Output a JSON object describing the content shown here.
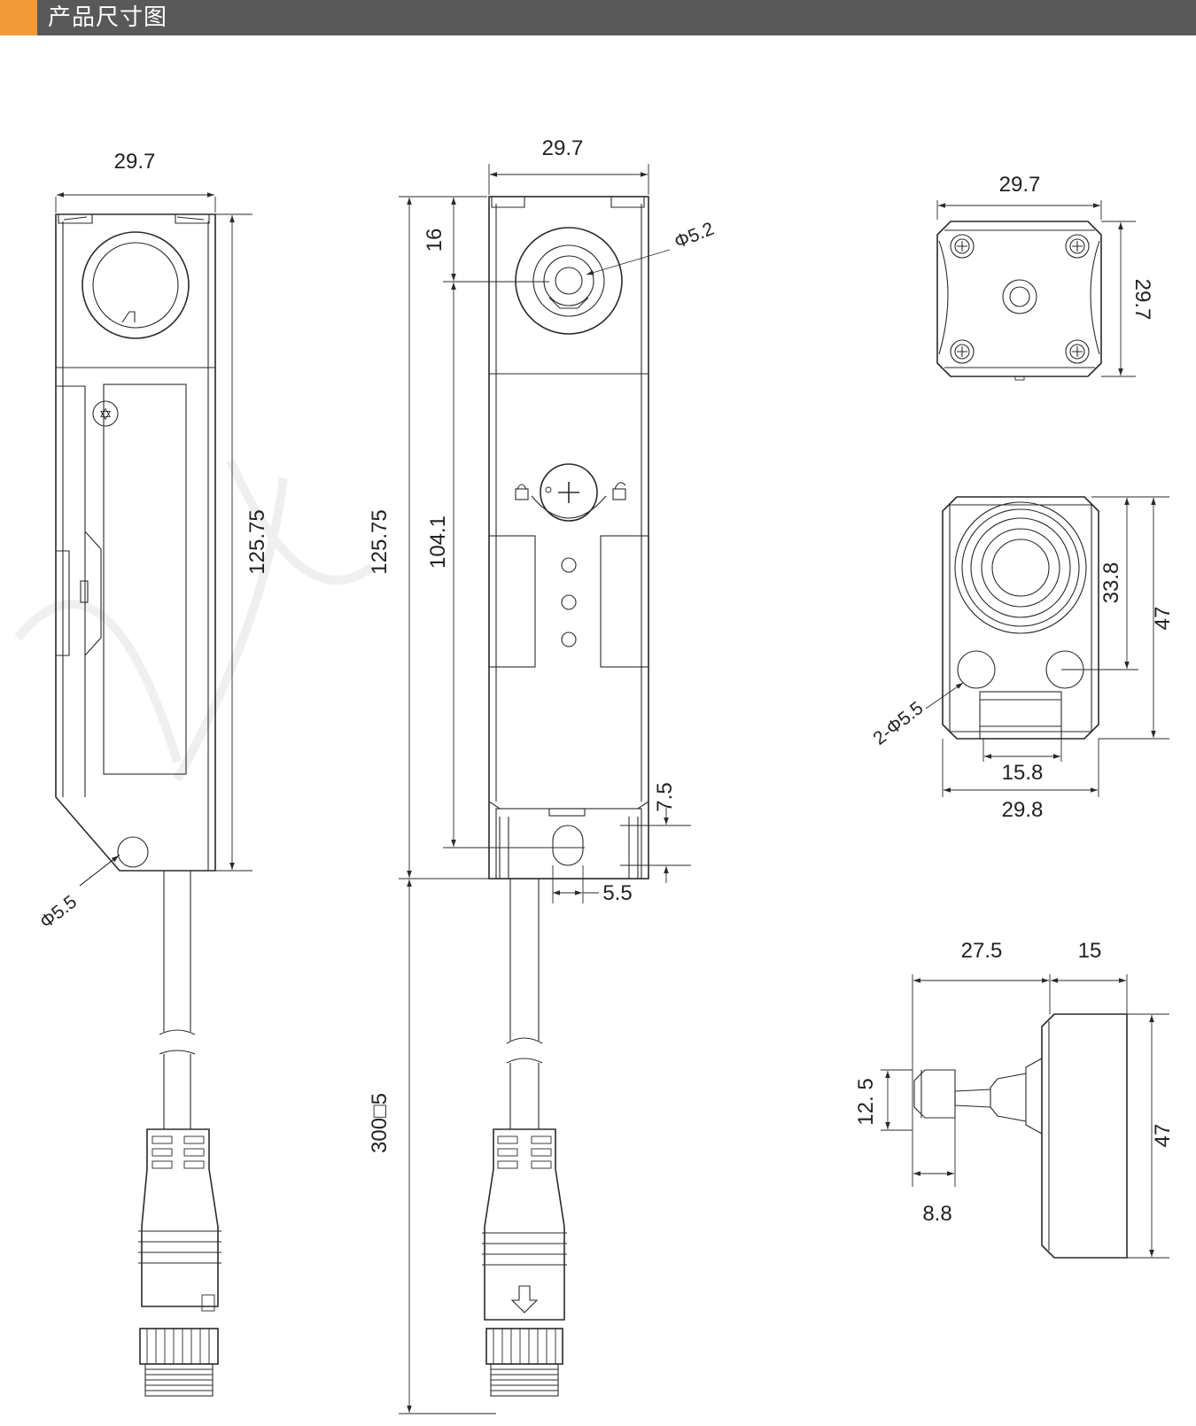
{
  "header": {
    "title": "产品尺寸图",
    "accent_color": "#f29a38",
    "bar_color": "#595959"
  },
  "views": {
    "side": {
      "width": "29.7",
      "height": "125.75",
      "hole": "Φ5.5"
    },
    "front": {
      "width": "29.7",
      "top_offset": "16",
      "head_dia": "Φ5.2",
      "total_height": "125.75",
      "body_height": "104.1",
      "cable_length": "300□5",
      "slot_height": "7.5",
      "slot_width": "5.5"
    },
    "top": {
      "width": "29.7",
      "height": "29.7"
    },
    "bottom": {
      "holes": "2-Φ5.5",
      "inner_height": "33.8",
      "outer_height": "47",
      "slot_width": "15.8",
      "total_width": "29.8"
    },
    "profile": {
      "length_a": "27.5",
      "length_b": "15",
      "knob_height": "12. 5",
      "body_height": "47",
      "knob_depth": "8.8"
    }
  }
}
